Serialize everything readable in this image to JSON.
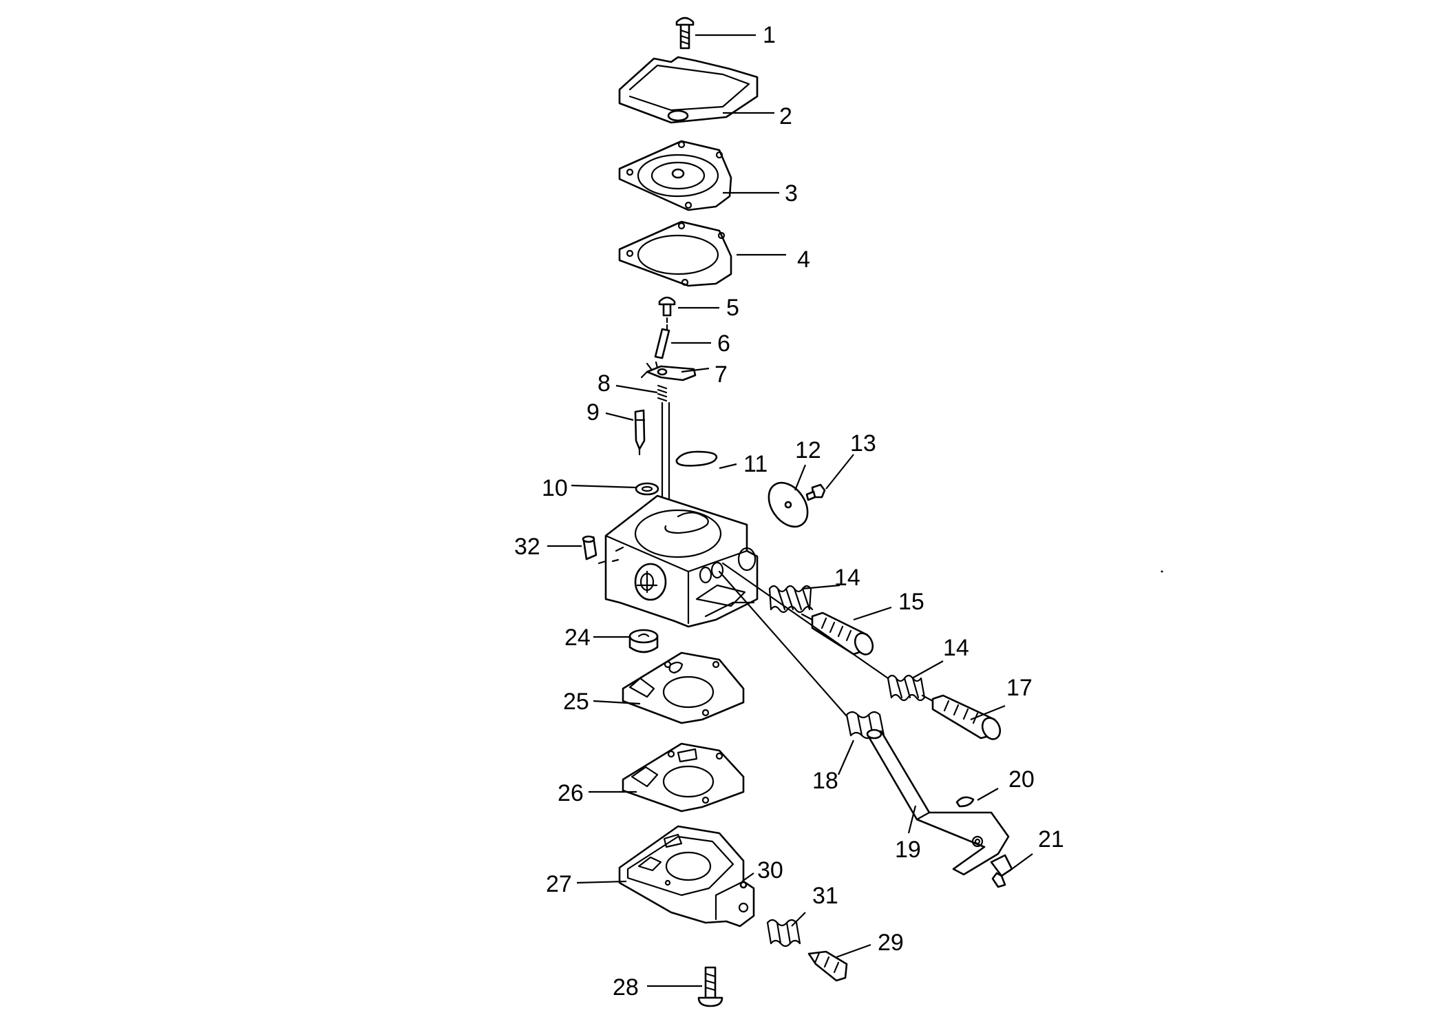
{
  "callouts": [
    "1",
    "2",
    "3",
    "4",
    "5",
    "6",
    "7",
    "8",
    "9",
    "10",
    "11",
    "12",
    "13",
    "14",
    "15",
    "14",
    "17",
    "18",
    "19",
    "20",
    "21",
    "24",
    "25",
    "26",
    "27",
    "28",
    "29",
    "30",
    "31",
    "32"
  ],
  "colors": {
    "ink": "#000000",
    "background": "#ffffff"
  }
}
